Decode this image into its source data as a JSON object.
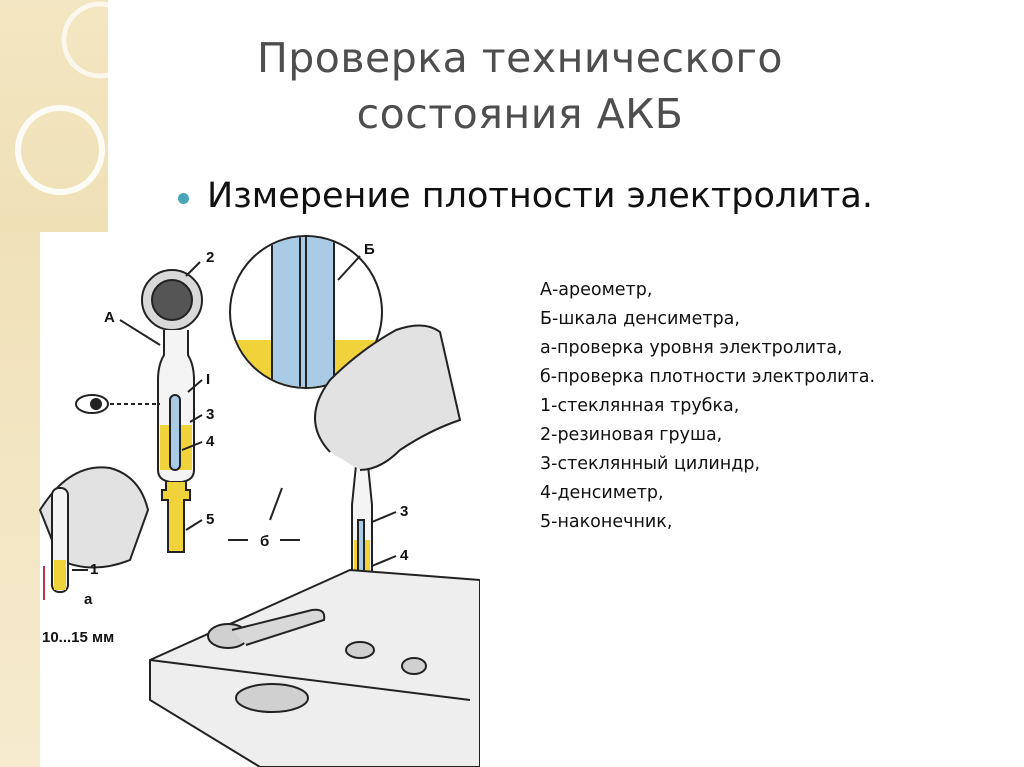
{
  "slide": {
    "title_line1": "Проверка технического",
    "title_line2": "состояния АКБ",
    "bullet": "Измерение плотности электролита."
  },
  "legend": [
    "А-ареометр,",
    "Б-шкала денсиметра,",
    "а-проверка уровня электролита,",
    "б-проверка плотности электролита.",
    "1-стеклянная трубка,",
    "2-резиновая груша,",
    "3-стеклянный цилиндр,",
    "4-денсиметр,",
    "5-наконечник,"
  ],
  "diagram": {
    "labels": {
      "A": "А",
      "B": "Б",
      "n1_left": "1",
      "n1_main": "I",
      "n2": "2",
      "n3_left": "3",
      "n4_left": "4",
      "n5": "5",
      "n3_right": "3",
      "n4_right": "4",
      "b_small": "б",
      "a_small": "а",
      "n1_tube": "1",
      "measure": "10...15 мм"
    },
    "colors": {
      "electrolyte": "#f0d23a",
      "scale_blue": "#a9cbe6",
      "outline": "#222222"
    }
  }
}
